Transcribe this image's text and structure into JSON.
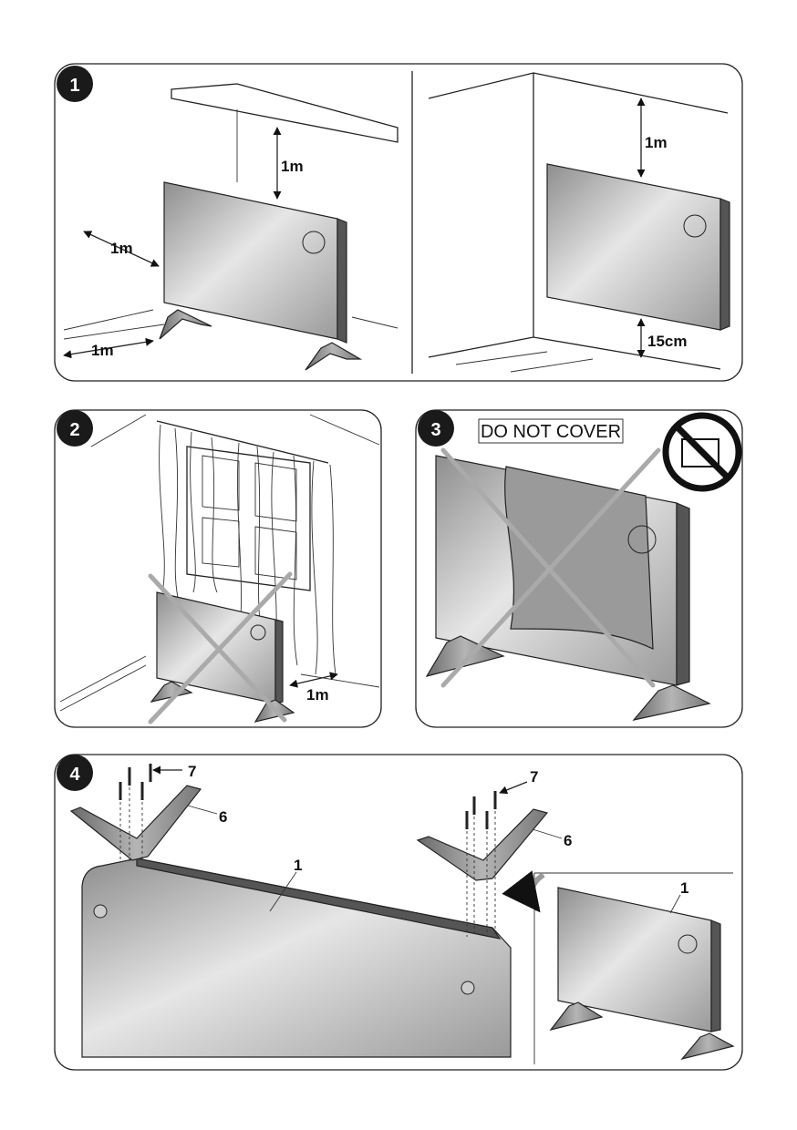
{
  "steps": [
    {
      "number": "1",
      "labels": {
        "top_clearance": "1m",
        "side_clearance": "1m",
        "front_clearance": "1m",
        "wall_top_clearance": "1m",
        "floor_clearance": "15cm"
      }
    },
    {
      "number": "2",
      "labels": {
        "curtain_clearance": "1m"
      }
    },
    {
      "number": "3",
      "labels": {
        "warning": "DO NOT COVER"
      }
    },
    {
      "number": "4",
      "labels": {
        "screws_left": "7",
        "foot_left": "6",
        "heater_body": "1",
        "screws_right": "7",
        "foot_right": "6",
        "heater_inset": "1"
      }
    }
  ]
}
